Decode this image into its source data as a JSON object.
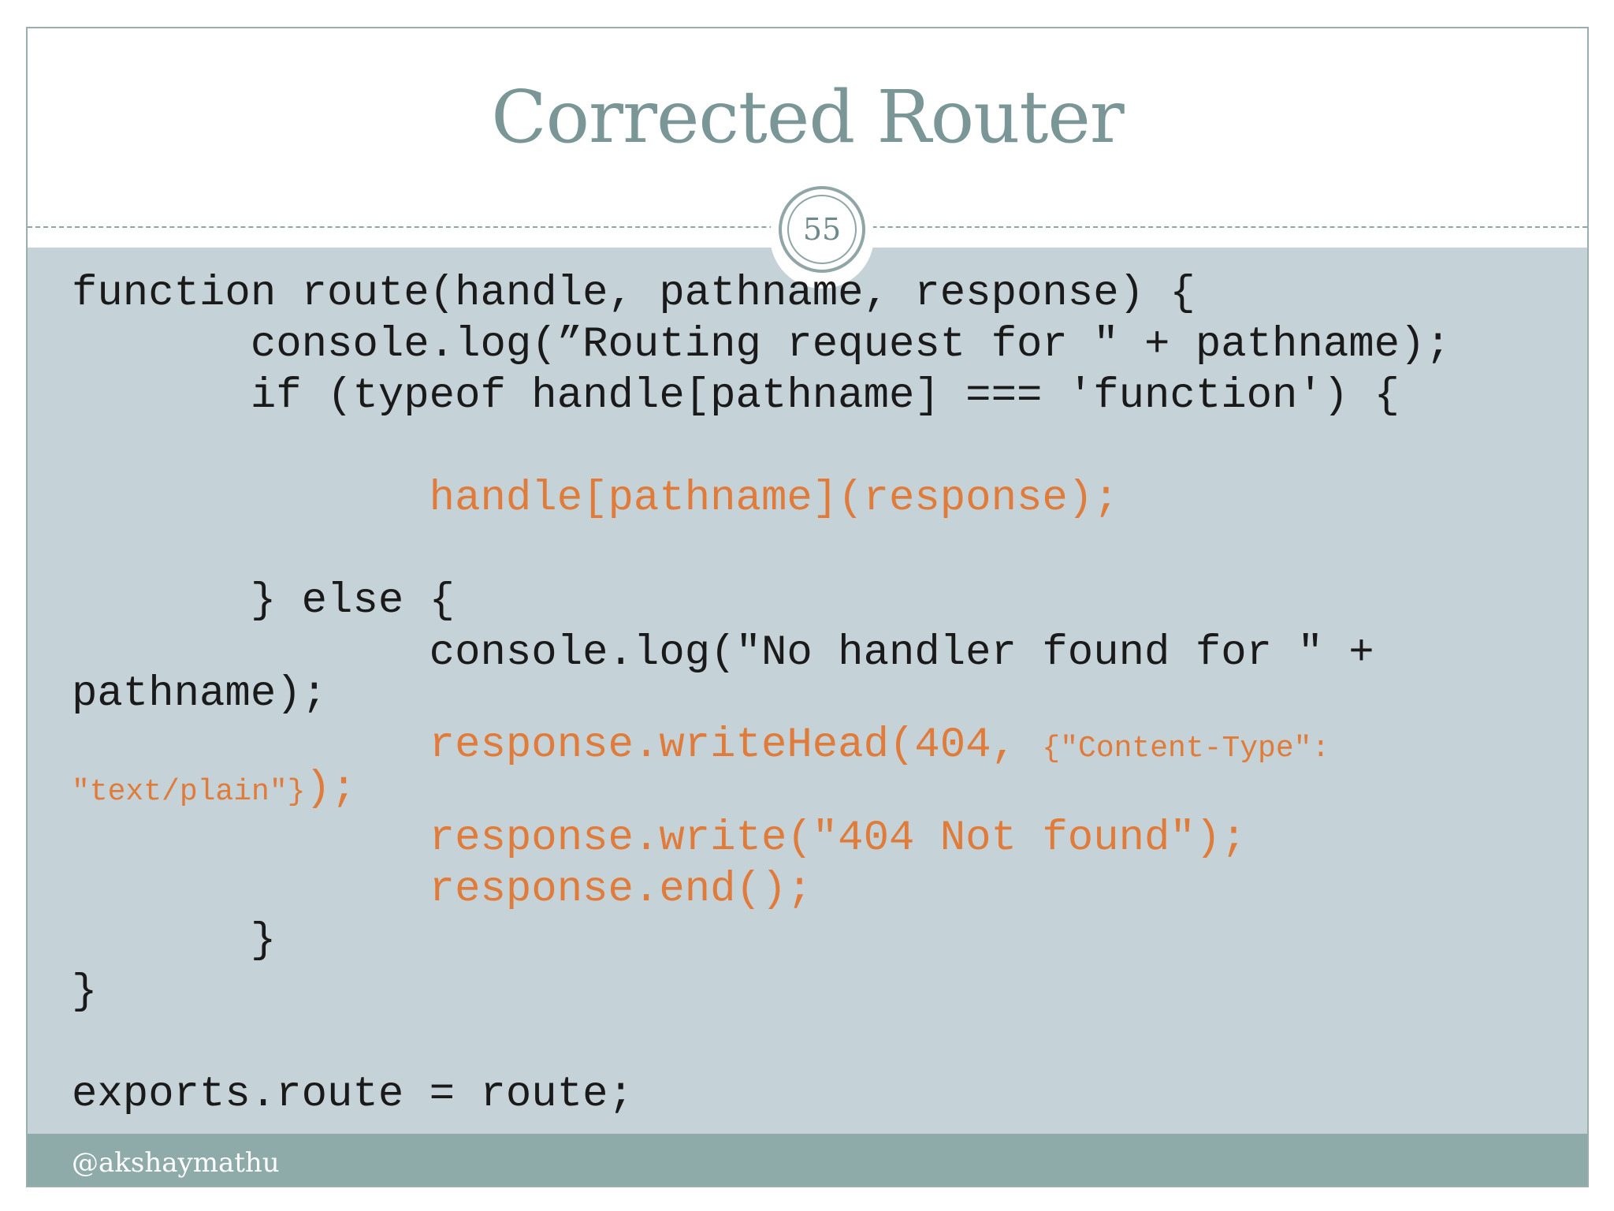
{
  "slide": {
    "title": "Corrected Router",
    "page_number": "55",
    "footer": "@akshaymathu"
  },
  "code": {
    "l1": "function route(handle, pathname, response) {",
    "l2": "       console.log(”Routing request for \" + pathname);",
    "l3": "       if (typeof handle[pathname] === 'function') {",
    "l4": "              handle[pathname](response);",
    "l5": "       } else {",
    "l6": "              console.log(\"No handler found for \" +",
    "l7": "pathname);",
    "l8a": "              response.writeHead(404, ",
    "l8b": "{\"Content-Type\":",
    "l9a": "\"text/plain\"}",
    "l9b": ");",
    "l10": "              response.write(\"404 Not found\");",
    "l11": "              response.end();",
    "l12": "       }",
    "l13": "}",
    "l14": "exports.route = route;"
  }
}
